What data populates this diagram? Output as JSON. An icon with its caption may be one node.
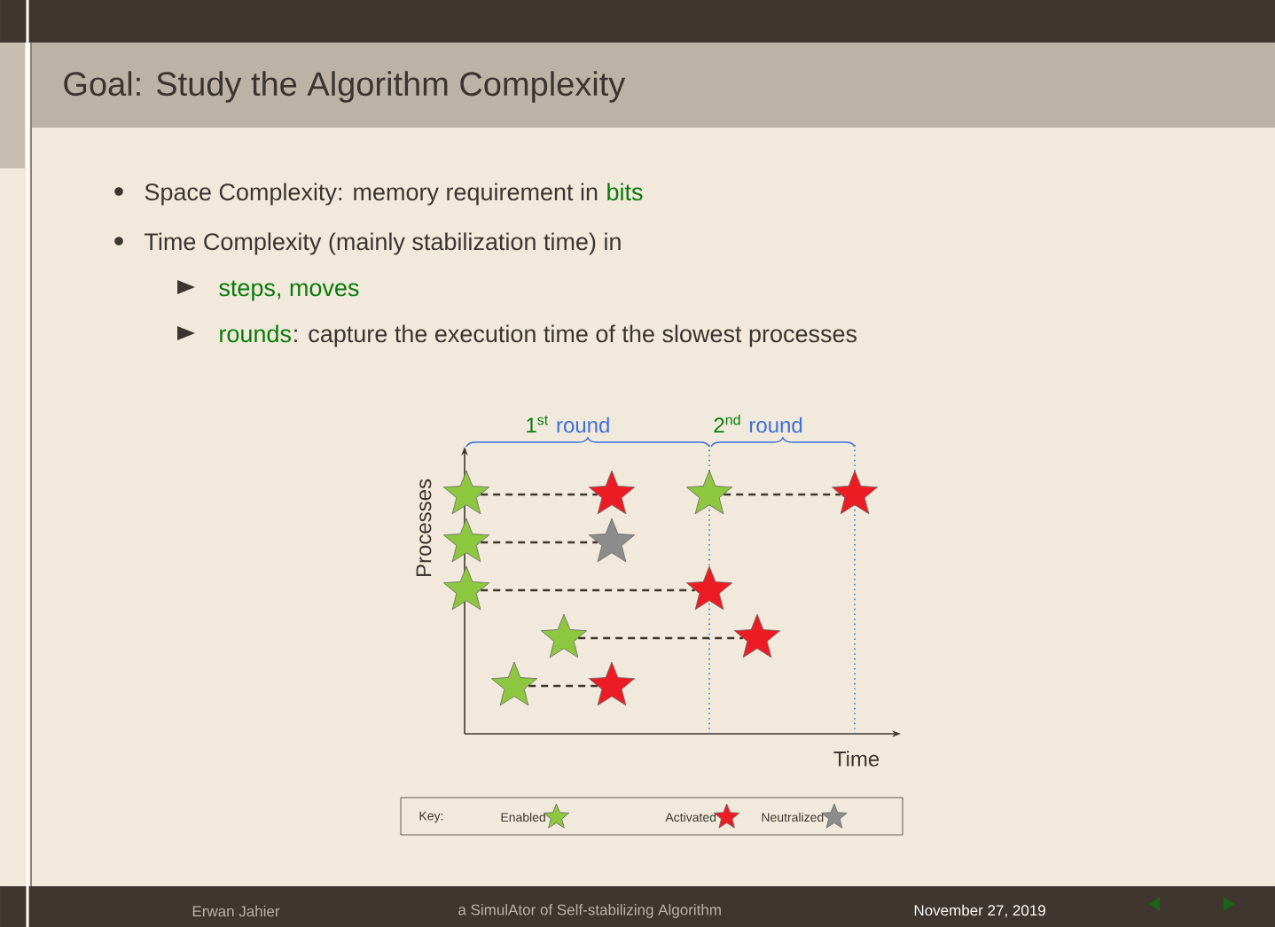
{
  "diagram": {
    "title": "Goal: Study the Algorithm Complexity",
    "nodes": [
      {
        "text": [],
        "shape": "star"
      },
      {
        "text": [],
        "shape": "star"
      },
      {
        "text": [],
        "shape": "star"
      },
      {
        "text": [],
        "shape": "star"
      },
      {
        "text": [],
        "shape": "star"
      },
      {
        "text": [],
        "shape": "star"
      },
      {
        "text": [],
        "shape": "star"
      },
      {
        "text": [],
        "shape": "star"
      },
      {
        "text": [],
        "shape": "star"
      },
      {
        "text": [],
        "shape": "star"
      },
      {
        "text": [],
        "shape": "star"
      },
      {
        "text": [],
        "shape": "star"
      }
    ],
    "edges": [
      {
        "from": 0,
        "to": 1,
        "arrow": "none",
        "style": "dashed"
      },
      {
        "from": 2,
        "to": 3,
        "arrow": "none",
        "style": "dashed"
      },
      {
        "from": 4,
        "to": 5,
        "arrow": "none",
        "style": "dashed"
      },
      {
        "from": 6,
        "to": 7,
        "arrow": "none",
        "style": "dashed"
      },
      {
        "from": 8,
        "to": 9,
        "arrow": "none",
        "style": "dashed"
      },
      {
        "from": 10,
        "to": 11,
        "arrow": "none",
        "style": "dashed"
      }
    ],
    "labels": [
      "Space Complexity: memory requirement in",
      "bits",
      "Time Complexity (mainly stabilization time) in",
      "steps, moves",
      "rounds",
      ": capture the execution time of the slowest processes",
      "1$^{st}$",
      "round",
      "2$^{nd}$",
      "round",
      "Processes",
      "Time",
      "Key:",
      "Erwan Jahier",
      "a SimulAtor of Self-stabilizing Algorithm",
      "November 27, 2019"
    ],
    "legend": [
      {
        "text": "Enabled"
      },
      {
        "text": "Activated"
      },
      {
        "text": "Neutralized"
      }
    ]
  }
}
